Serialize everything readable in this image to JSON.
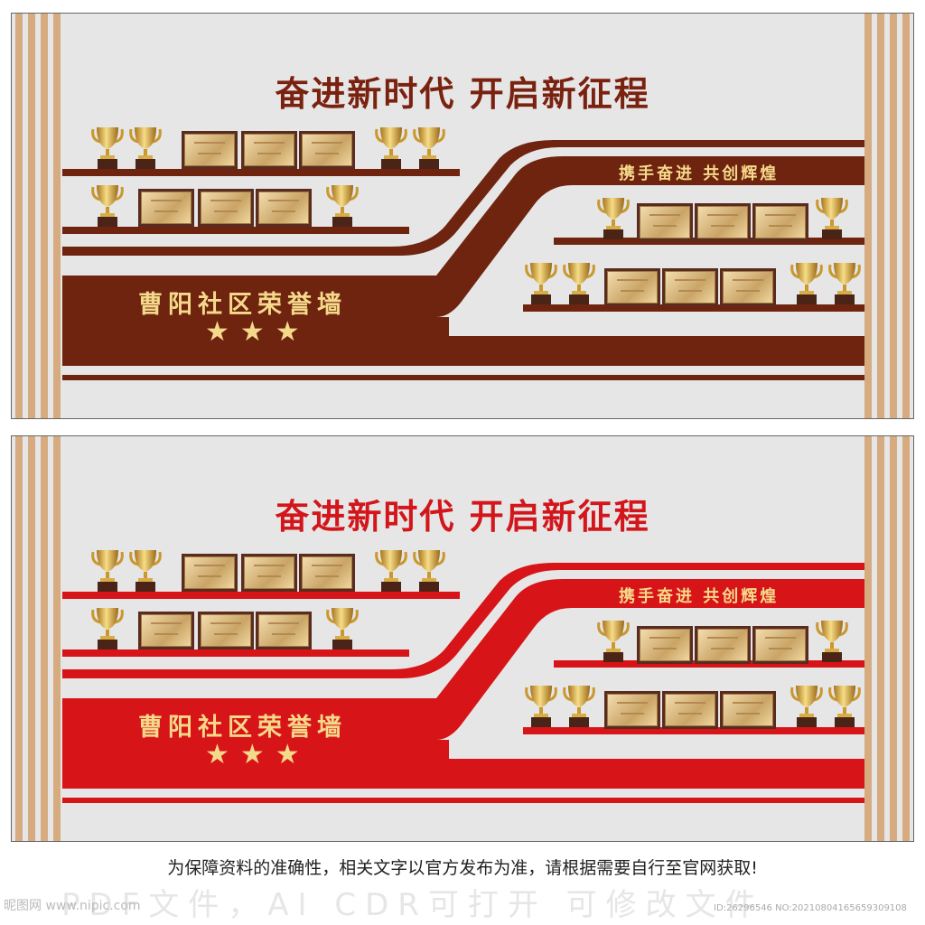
{
  "panels": [
    {
      "title": "奋进新时代  开启新征程",
      "subtitle": "携手奋进  共创辉煌",
      "banner_name": "曹阳社区荣誉墙",
      "stars": "★★★",
      "title_color": "#7a2210",
      "accent_color": "#6f2410"
    },
    {
      "title": "奋进新时代  开启新征程",
      "subtitle": "携手奋进  共创辉煌",
      "banner_name": "曹阳社区荣誉墙",
      "stars": "★★★",
      "title_color": "#d2161b",
      "accent_color": "#d71518"
    }
  ],
  "stripe_color": "#d6ab80",
  "trophy_icon": "trophy-icon",
  "plaque_icon": "certificate-plaque-icon",
  "footer": {
    "notice": "为保障资料的准确性，相关文字以官方发布为准，请根据需要自行至官网获取!",
    "formats": "PDF文件，AI  CDR可打开  可修改文件",
    "watermark_left": "昵图网 www.nipic.com",
    "watermark_right": "ID:26296546 NO:20210804165659309108"
  }
}
